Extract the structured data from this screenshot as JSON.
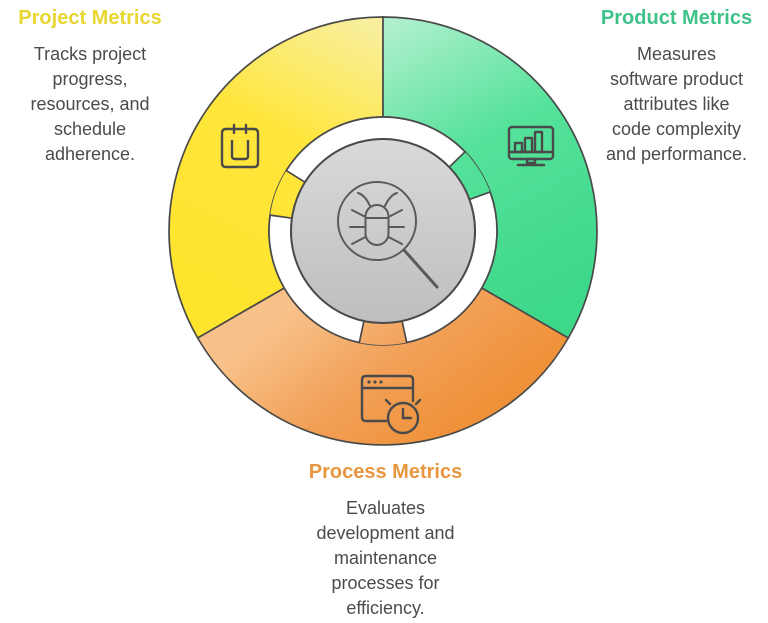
{
  "sections": {
    "project": {
      "title": "Project Metrics",
      "description": "Tracks project\nprogress,\nresources, and\nschedule\nadherence."
    },
    "product": {
      "title": "Product Metrics",
      "description": "Measures\nsoftware product\nattributes like\ncode complexity\nand performance."
    },
    "process": {
      "title": "Process Metrics",
      "description": "Evaluates\ndevelopment and\nmaintenance\nprocesses for\nefficiency."
    }
  },
  "icons": {
    "project": "calendar-icon",
    "product": "bar-chart-monitor-icon",
    "process": "window-timer-icon",
    "center": "bug-magnifier-icon"
  },
  "colors": {
    "project_heading": "#E8D631",
    "product_heading": "#3FC289",
    "process_heading": "#E8963F",
    "project_light": "#F8EF9E",
    "project_fill": "#FFE63C",
    "project_deep": "#FFE42E",
    "product_light": "#AEEFCD",
    "product_fill": "#55E29A",
    "product_deep": "#3ED88A",
    "process_light": "#F8C189",
    "process_fill": "#F2A159",
    "process_deep": "#EF9138",
    "center_light": "#D9D9D9",
    "center_deep": "#BEBEBE",
    "outline": "#4a4a4a",
    "body_text": "#4b4b4b"
  }
}
